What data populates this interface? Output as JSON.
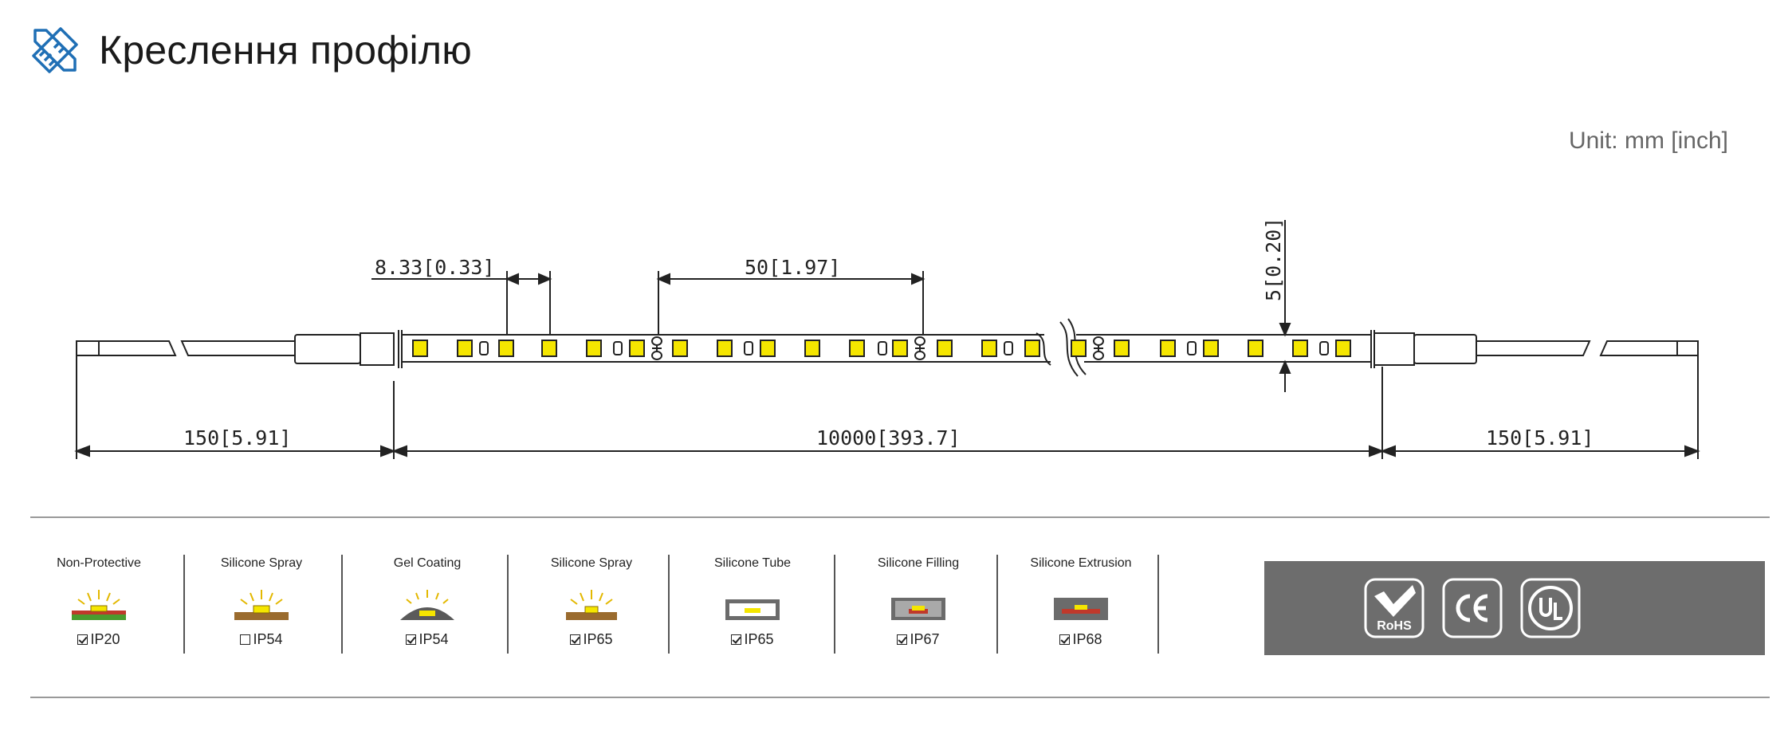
{
  "header": {
    "title": "Креслення профілю",
    "icon": "ruler-pencil-icon"
  },
  "unit": "Unit: mm [inch]",
  "dimensions": {
    "pitch": "8.33[0.33]",
    "cut_length": "50[1.97]",
    "width": "5[0.20]",
    "lead_left": "150[5.91]",
    "strip_length": "10000[393.7]",
    "lead_right": "150[5.91]"
  },
  "ip_options": [
    {
      "title": "Non-Protective",
      "label": "IP20",
      "checked": true
    },
    {
      "title": "Silicone Spray",
      "label": "IP54",
      "checked": false
    },
    {
      "title": "Gel Coating",
      "label": "IP54",
      "checked": true
    },
    {
      "title": "Silicone Spray",
      "label": "IP65",
      "checked": true
    },
    {
      "title": "Silicone Tube",
      "label": "IP65",
      "checked": true
    },
    {
      "title": "Silicone Filling",
      "label": "IP67",
      "checked": true
    },
    {
      "title": "Silicone Extrusion",
      "label": "IP68",
      "checked": true
    }
  ],
  "certifications": [
    "RoHS",
    "CE",
    "UL"
  ],
  "colors": {
    "led": "#f5e600",
    "pcb": "#9a6b2e",
    "green_base": "#4a9c2e",
    "cert_bg": "#6d6d6d"
  }
}
